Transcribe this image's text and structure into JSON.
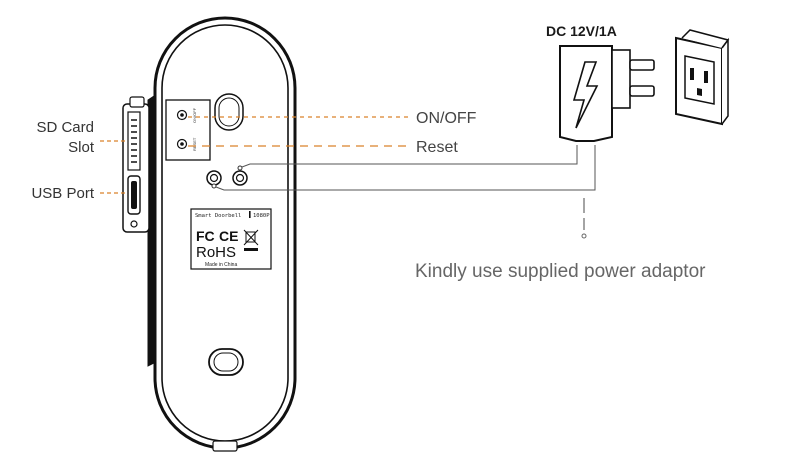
{
  "labels": {
    "sd_card_line1": "SD Card",
    "sd_card_line2": "Slot",
    "usb_port": "USB Port",
    "on_off": "ON/OFF",
    "reset": "Reset",
    "dc_rating": "DC 12V/1A",
    "power_note": "Kindly use supplied power adaptor"
  },
  "device_label": {
    "model": "Smart Doorbell",
    "resolution": "1080P",
    "cert_fc": "FC",
    "cert_ce": "CE",
    "rohs": "RoHS",
    "origin": "Made in China"
  },
  "button_marks": {
    "top": "ON/OFF",
    "bottom": "RESET"
  },
  "colors": {
    "leader_orange": "#d9822b",
    "outline": "#1a1a1a",
    "text": "#333333"
  },
  "icons": [
    "power-adapter-icon",
    "wall-outlet-icon",
    "lightning-bolt-icon",
    "recycle-bin-crossed-icon"
  ]
}
